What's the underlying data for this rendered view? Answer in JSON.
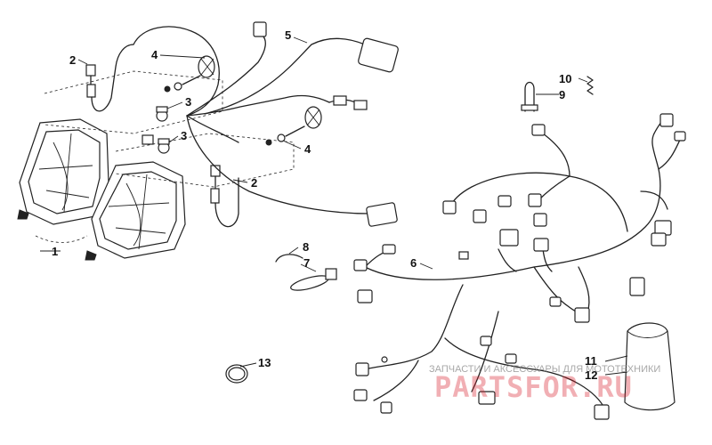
{
  "diagram": {
    "callouts": [
      {
        "id": "1",
        "text": "1"
      },
      {
        "id": "2a",
        "text": "2"
      },
      {
        "id": "2b",
        "text": "2"
      },
      {
        "id": "3a",
        "text": "3"
      },
      {
        "id": "3b",
        "text": "3"
      },
      {
        "id": "4a",
        "text": "4"
      },
      {
        "id": "4b",
        "text": "4"
      },
      {
        "id": "5",
        "text": "5"
      },
      {
        "id": "6",
        "text": "6"
      },
      {
        "id": "7",
        "text": "7"
      },
      {
        "id": "8",
        "text": "8"
      },
      {
        "id": "9",
        "text": "9"
      },
      {
        "id": "10",
        "text": "10"
      },
      {
        "id": "11",
        "text": "11"
      },
      {
        "id": "12",
        "text": "12"
      },
      {
        "id": "13",
        "text": "13"
      }
    ],
    "parts": [
      {
        "ref": "1",
        "icon": "headlight-assembly"
      },
      {
        "ref": "2",
        "icon": "bulb-socket"
      },
      {
        "ref": "3",
        "icon": "bulb"
      },
      {
        "ref": "4",
        "icon": "headlight-bulb-with-retainer"
      },
      {
        "ref": "5",
        "icon": "headlight-wiring-harness"
      },
      {
        "ref": "6",
        "icon": "main-wiring-harness"
      },
      {
        "ref": "7",
        "icon": "cable-tie"
      },
      {
        "ref": "8",
        "icon": "clamp"
      },
      {
        "ref": "9",
        "icon": "u-clip"
      },
      {
        "ref": "10",
        "icon": "spring"
      },
      {
        "ref": "11",
        "icon": "sleeve"
      },
      {
        "ref": "12",
        "icon": "sleeve"
      },
      {
        "ref": "13",
        "icon": "ring-clamp"
      }
    ]
  },
  "watermark": {
    "line1": "ЗАПЧАСТИ И АКСЕССУАРЫ ДЛЯ МОТОТЕХНИКИ",
    "line2": "PARTSFOR.RU",
    "color": "#d81e2a"
  }
}
